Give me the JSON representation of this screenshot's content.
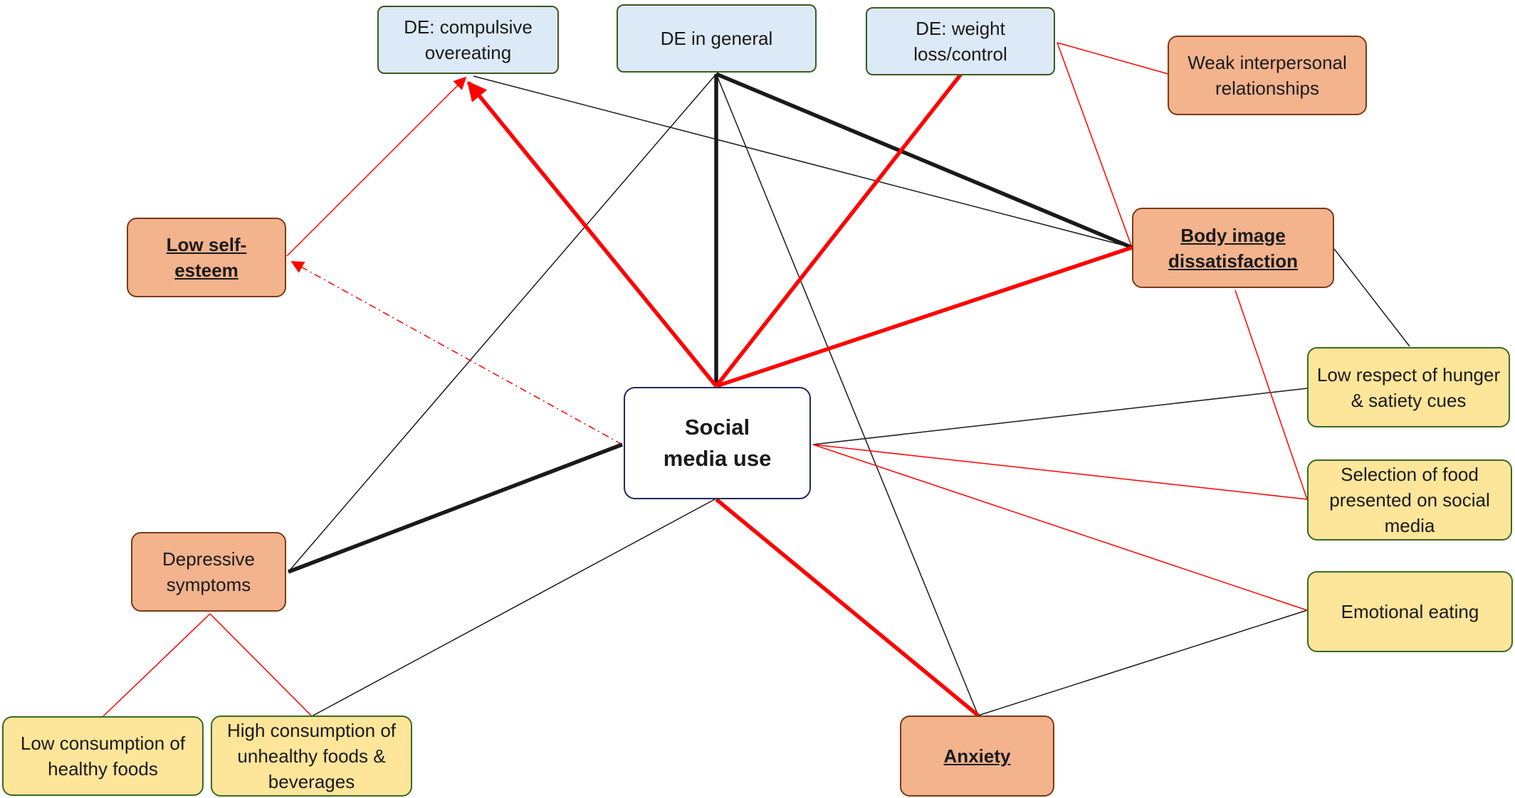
{
  "nodes": {
    "de_compulsive": "DE: compulsive overeating",
    "de_general": "DE in general",
    "de_weight": "DE: weight loss/control",
    "weak_relationships": "Weak interpersonal relationships",
    "low_self_esteem": "Low self-esteem",
    "body_image": "Body image dissatisfaction",
    "social_media": "Social media use",
    "low_respect": "Low respect of hunger & satiety cues",
    "selection_food": "Selection of food presented on social media",
    "emotional_eating": "Emotional eating",
    "depressive": "Depressive symptoms",
    "low_consumption": "Low consumption of healthy foods",
    "high_consumption": "High consumption of unhealthy foods & beverages",
    "anxiety": "Anxiety"
  },
  "colors": {
    "red_link": "#ff0000",
    "black_link": "#1a1a1a",
    "blue_node_fill": "#dce9f6",
    "orange_node_fill": "#f2b38d",
    "yellow_node_fill": "#fde59a",
    "center_node_fill": "#ffffff"
  }
}
